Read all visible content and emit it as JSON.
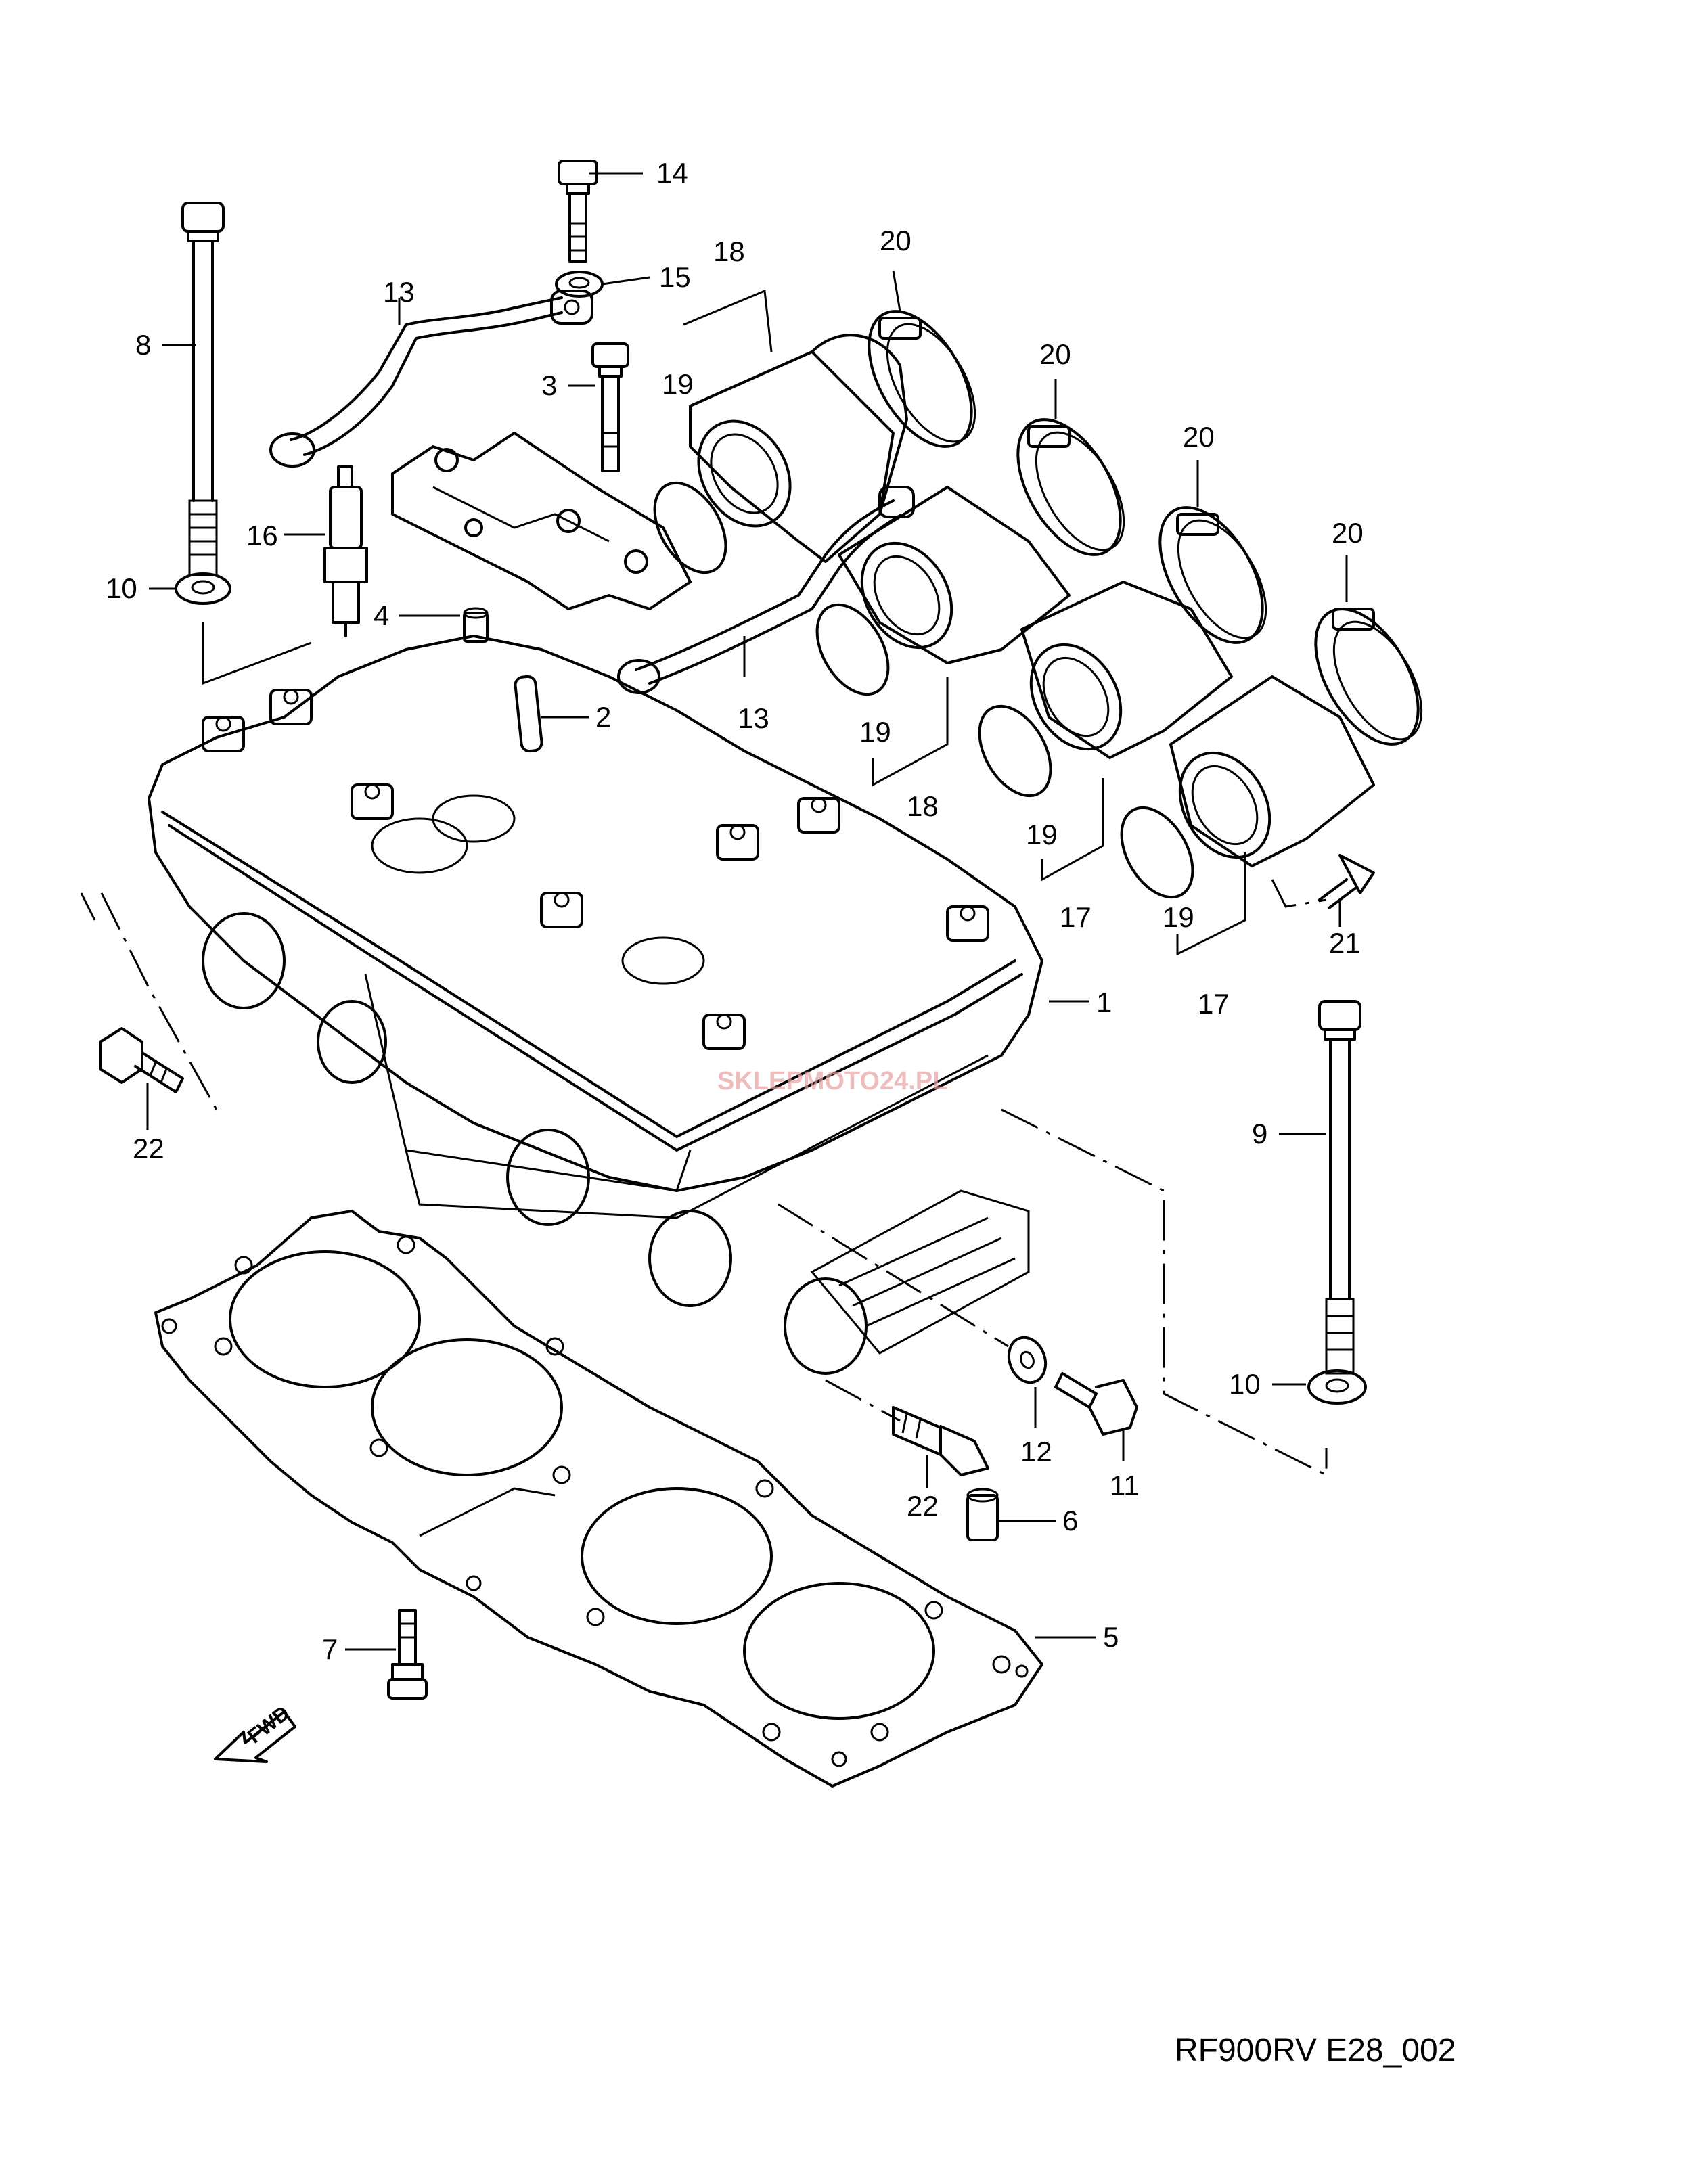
{
  "drawing_code": "RF900RV E28_002",
  "fwd_label": "FWD",
  "watermark": "SKLEPMOTO24.PL",
  "callouts": {
    "c1": "1",
    "c2": "2",
    "c3": "3",
    "c4": "4",
    "c5": "5",
    "c6": "6",
    "c7": "7",
    "c8": "8",
    "c9": "9",
    "c10a": "10",
    "c10b": "10",
    "c11": "11",
    "c12": "12",
    "c13a": "13",
    "c13b": "13",
    "c14": "14",
    "c15": "15",
    "c16": "16",
    "c17a": "17",
    "c17b": "17",
    "c18a": "18",
    "c18b": "18",
    "c19a": "19",
    "c19b": "19",
    "c19c": "19",
    "c19d": "19",
    "c20a": "20",
    "c20b": "20",
    "c20c": "20",
    "c20d": "20",
    "c21": "21",
    "c22a": "22",
    "c22b": "22"
  }
}
